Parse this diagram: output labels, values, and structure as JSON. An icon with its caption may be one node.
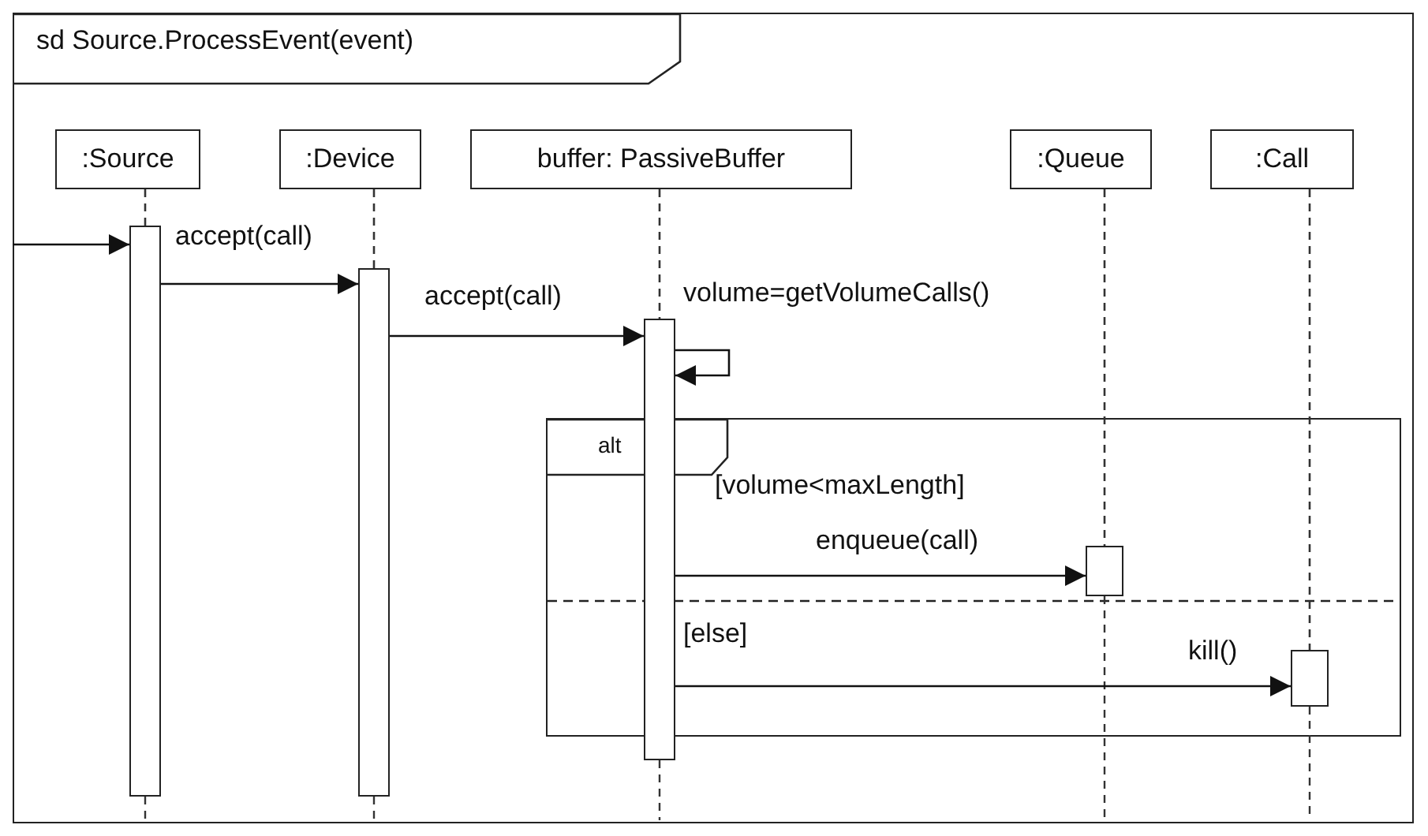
{
  "diagram": {
    "nodes": [
      {
        "text": [
          "sd Source.ProcessEvent(event)"
        ]
      },
      {
        "text": [
          ":Source"
        ],
        "in": 0
      },
      {
        "text": [
          ":Device"
        ],
        "in": 0
      },
      {
        "text": [
          "buffer: PassiveBuffer"
        ],
        "in": 0
      },
      {
        "text": [
          ":Queue"
        ],
        "in": 0
      },
      {
        "text": [
          ":Call"
        ],
        "in": 0
      },
      {
        "text": [
          "alt",
          "[volume<maxLength]",
          "[else]"
        ],
        "in": 0
      },
      {
        "text": [],
        "shape": "bar",
        "in": 0
      },
      {
        "text": [],
        "shape": "bar",
        "in": 0
      },
      {
        "text": [],
        "shape": "bar",
        "in": 0
      },
      {
        "text": [],
        "shape": "bar",
        "in": 6
      },
      {
        "text": [],
        "shape": "bar",
        "in": 6
      }
    ],
    "edges": [
      {
        "from": null,
        "to": 7,
        "arrow": "to"
      },
      {
        "from": 7,
        "to": 8,
        "label": "accept(call)",
        "arrow": "to"
      },
      {
        "from": 8,
        "to": 9,
        "label": "accept(call)",
        "arrow": "to"
      },
      {
        "from": 9,
        "to": 9,
        "label": "volume=getVolumeCalls()",
        "arrow": "to"
      },
      {
        "from": 9,
        "to": 10,
        "label": "enqueue(call)",
        "arrow": "to"
      },
      {
        "from": 9,
        "to": 11,
        "label": "kill()",
        "arrow": "to"
      },
      {
        "from": 1,
        "to": 7,
        "arrow": "none",
        "style": "dashed"
      },
      {
        "from": 2,
        "to": 8,
        "arrow": "none",
        "style": "dashed"
      },
      {
        "from": 3,
        "to": 9,
        "arrow": "none",
        "style": "dashed"
      },
      {
        "from": 4,
        "to": 10,
        "arrow": "none",
        "style": "dashed"
      },
      {
        "from": 5,
        "to": 11,
        "arrow": "none",
        "style": "dashed"
      }
    ]
  }
}
